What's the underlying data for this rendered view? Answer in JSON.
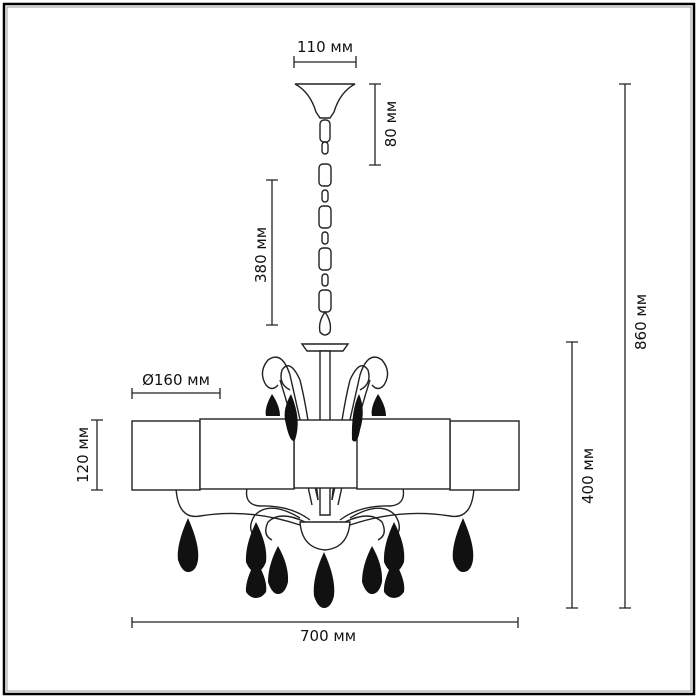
{
  "dimensions": {
    "canopy_width": "110 мм",
    "canopy_height": "80 мм",
    "chain_length": "380 мм",
    "total_height": "860 мм",
    "body_height": "400 мм",
    "shade_height": "120 мм",
    "shade_diameter": "Ø160 мм",
    "total_width": "700 мм"
  },
  "colors": {
    "line": "#222222",
    "crystal": "#111111",
    "frame": "#000000"
  }
}
